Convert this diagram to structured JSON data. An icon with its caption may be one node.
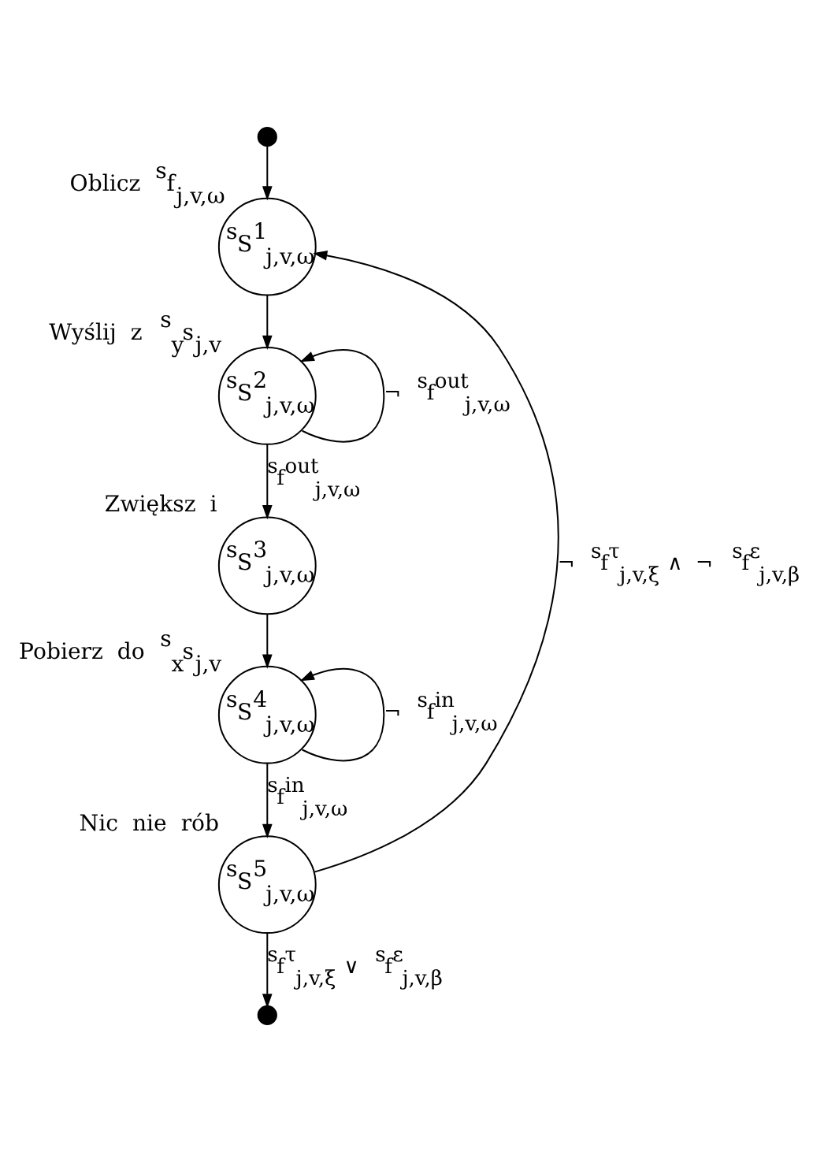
{
  "diagram": {
    "nodes": [
      {
        "text": [],
        "shape": "circle"
      },
      {
        "text": [
          "$^{s}$S$^{1}$$_{j,v,ω}$"
        ],
        "beside": [
          "Oblicz $^{s}$f$_{j,v,ω}$"
        ]
      },
      {
        "text": [
          "$^{s}$S$^{2}$$_{j,v,ω}$"
        ],
        "beside": [
          "Wyślij z $^{s}$$_{y}$s$_{j,v}$"
        ]
      },
      {
        "text": [
          "$^{s}$S$^{3}$$_{j,v,ω}$"
        ],
        "beside": [
          "Zwiększ i"
        ]
      },
      {
        "text": [
          "$^{s}$S$^{4}$$_{j,v,ω}$"
        ],
        "beside": [
          "Pobierz do $^{s}$$_{x}$s$_{j,v}$"
        ]
      },
      {
        "text": [
          "$^{s}$S$^{5}$$_{j,v,ω}$"
        ],
        "beside": [
          "Nic nie rób"
        ]
      },
      {
        "text": [],
        "shape": "circle"
      }
    ],
    "edges": [
      {
        "from": 0,
        "to": 1,
        "arrow": "to"
      },
      {
        "from": 1,
        "to": 2,
        "arrow": "to"
      },
      {
        "from": 2,
        "to": 2,
        "arrow": "to",
        "label": "¬ $^{s}$f$^{out}$$_{j,v,ω}$"
      },
      {
        "from": 2,
        "to": 3,
        "arrow": "to",
        "label": "$^{s}$f$^{out}$$_{j,v,ω}$"
      },
      {
        "from": 3,
        "to": 4,
        "arrow": "to"
      },
      {
        "from": 4,
        "to": 4,
        "arrow": "to",
        "label": "¬ $^{s}$f$^{in}$$_{j,v,ω}$"
      },
      {
        "from": 4,
        "to": 5,
        "arrow": "to",
        "label": "$^{s}$f$^{in}$$_{j,v,ω}$"
      },
      {
        "from": 5,
        "to": 1,
        "arrow": "to",
        "label": "¬ $^{s}$f$^{τ}$$_{j,v,ξ}$ ∧ ¬ $^{s}$f$^{ε}$$_{j,v,β}$"
      },
      {
        "from": 5,
        "to": 6,
        "arrow": "to",
        "label": "$^{s}$f$^{τ}$$_{j,v,ξ}$ ∨ $^{s}$f$^{ε}$$_{j,v,β}$"
      }
    ]
  }
}
